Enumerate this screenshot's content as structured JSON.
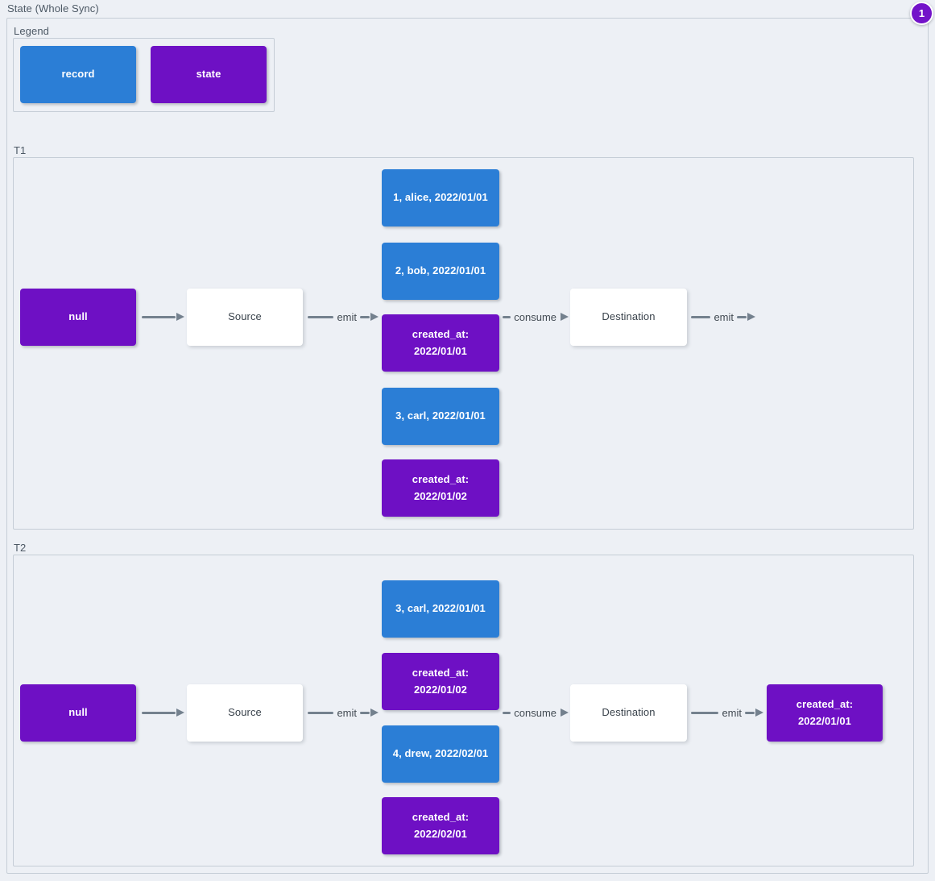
{
  "page": {
    "title": "State (Whole Sync)",
    "badge_count": "1"
  },
  "colors": {
    "record": "#2b7ed6",
    "state": "#6e10c4",
    "arrow": "#74818e",
    "background": "#edf0f5",
    "frame_border": "#c5cdd6"
  },
  "legend": {
    "title": "Legend",
    "record_label": "record",
    "state_label": "state"
  },
  "sections": [
    {
      "label": "T1",
      "input_state": "null",
      "source_label": "Source",
      "emit_label": "emit",
      "consume_label": "consume",
      "destination_label": "Destination",
      "output_emit_label": "emit",
      "stack": [
        {
          "type": "record",
          "text": "1, alice, 2022/01/01"
        },
        {
          "type": "record",
          "text": "2, bob, 2022/01/01"
        },
        {
          "type": "state",
          "text": "created_at: 2022/01/01"
        },
        {
          "type": "record",
          "text": "3, carl, 2022/01/01"
        },
        {
          "type": "state",
          "text": "created_at: 2022/01/02"
        }
      ]
    },
    {
      "label": "T2",
      "input_state": "null",
      "source_label": "Source",
      "emit_label": "emit",
      "consume_label": "consume",
      "destination_label": "Destination",
      "output_emit_label": "emit",
      "output_state": "created_at: 2022/01/01",
      "stack": [
        {
          "type": "record",
          "text": "3, carl, 2022/01/01"
        },
        {
          "type": "state",
          "text": "created_at: 2022/01/02"
        },
        {
          "type": "record",
          "text": "4, drew, 2022/02/01"
        },
        {
          "type": "state",
          "text": "created_at: 2022/02/01"
        }
      ]
    }
  ]
}
